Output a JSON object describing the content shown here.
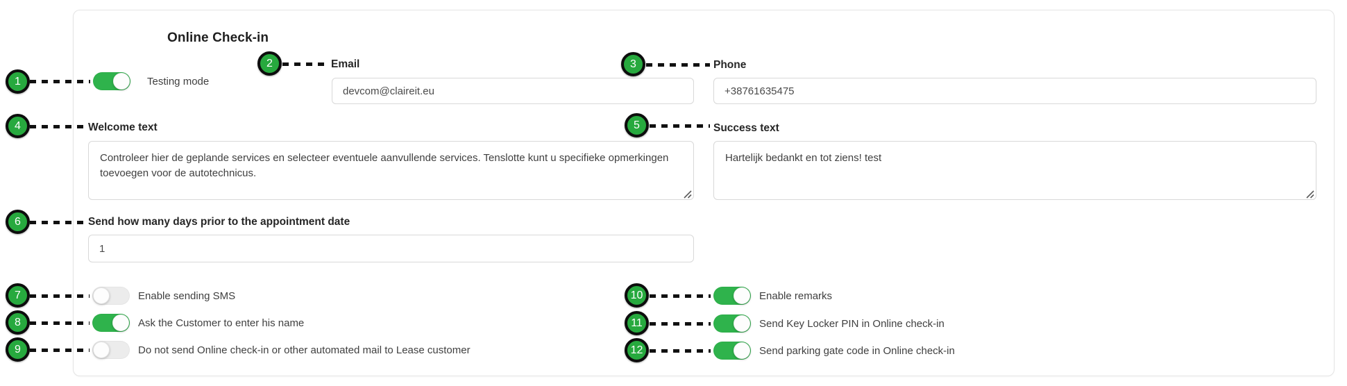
{
  "page": {
    "title": "Online Check-in"
  },
  "fields": {
    "email": {
      "label": "Email",
      "value": "devcom@claireit.eu"
    },
    "phone": {
      "label": "Phone",
      "value": "+38761635475"
    },
    "welcome": {
      "label": "Welcome text",
      "value": "Controleer hier de geplande services en selecteer eventuele aanvullende services. Tenslotte kunt u specifieke opmerkingen toevoegen voor de autotechnicus."
    },
    "success": {
      "label": "Success text",
      "value": "Hartelijk bedankt en tot ziens! test"
    },
    "days": {
      "label": "Send how many days prior to the appointment date",
      "value": "1"
    }
  },
  "toggles": {
    "testing": {
      "label": "Testing mode",
      "on": true
    },
    "sms": {
      "label": "Enable sending SMS",
      "on": false
    },
    "name": {
      "label": "Ask the Customer to enter his name",
      "on": true
    },
    "lease": {
      "label": "Do not send Online check-in or other automated mail to Lease customer",
      "on": false
    },
    "remarks": {
      "label": "Enable remarks",
      "on": true
    },
    "keylocker": {
      "label": "Send Key Locker PIN in Online check-in",
      "on": true
    },
    "parking": {
      "label": "Send parking gate code in Online check-in",
      "on": true
    }
  },
  "annotations": [
    "1",
    "2",
    "3",
    "4",
    "5",
    "6",
    "7",
    "8",
    "9",
    "10",
    "11",
    "12"
  ],
  "colors": {
    "marker_green": "#27a93e",
    "toggle_green": "#2fb34c",
    "annotation_line": "#111111"
  }
}
